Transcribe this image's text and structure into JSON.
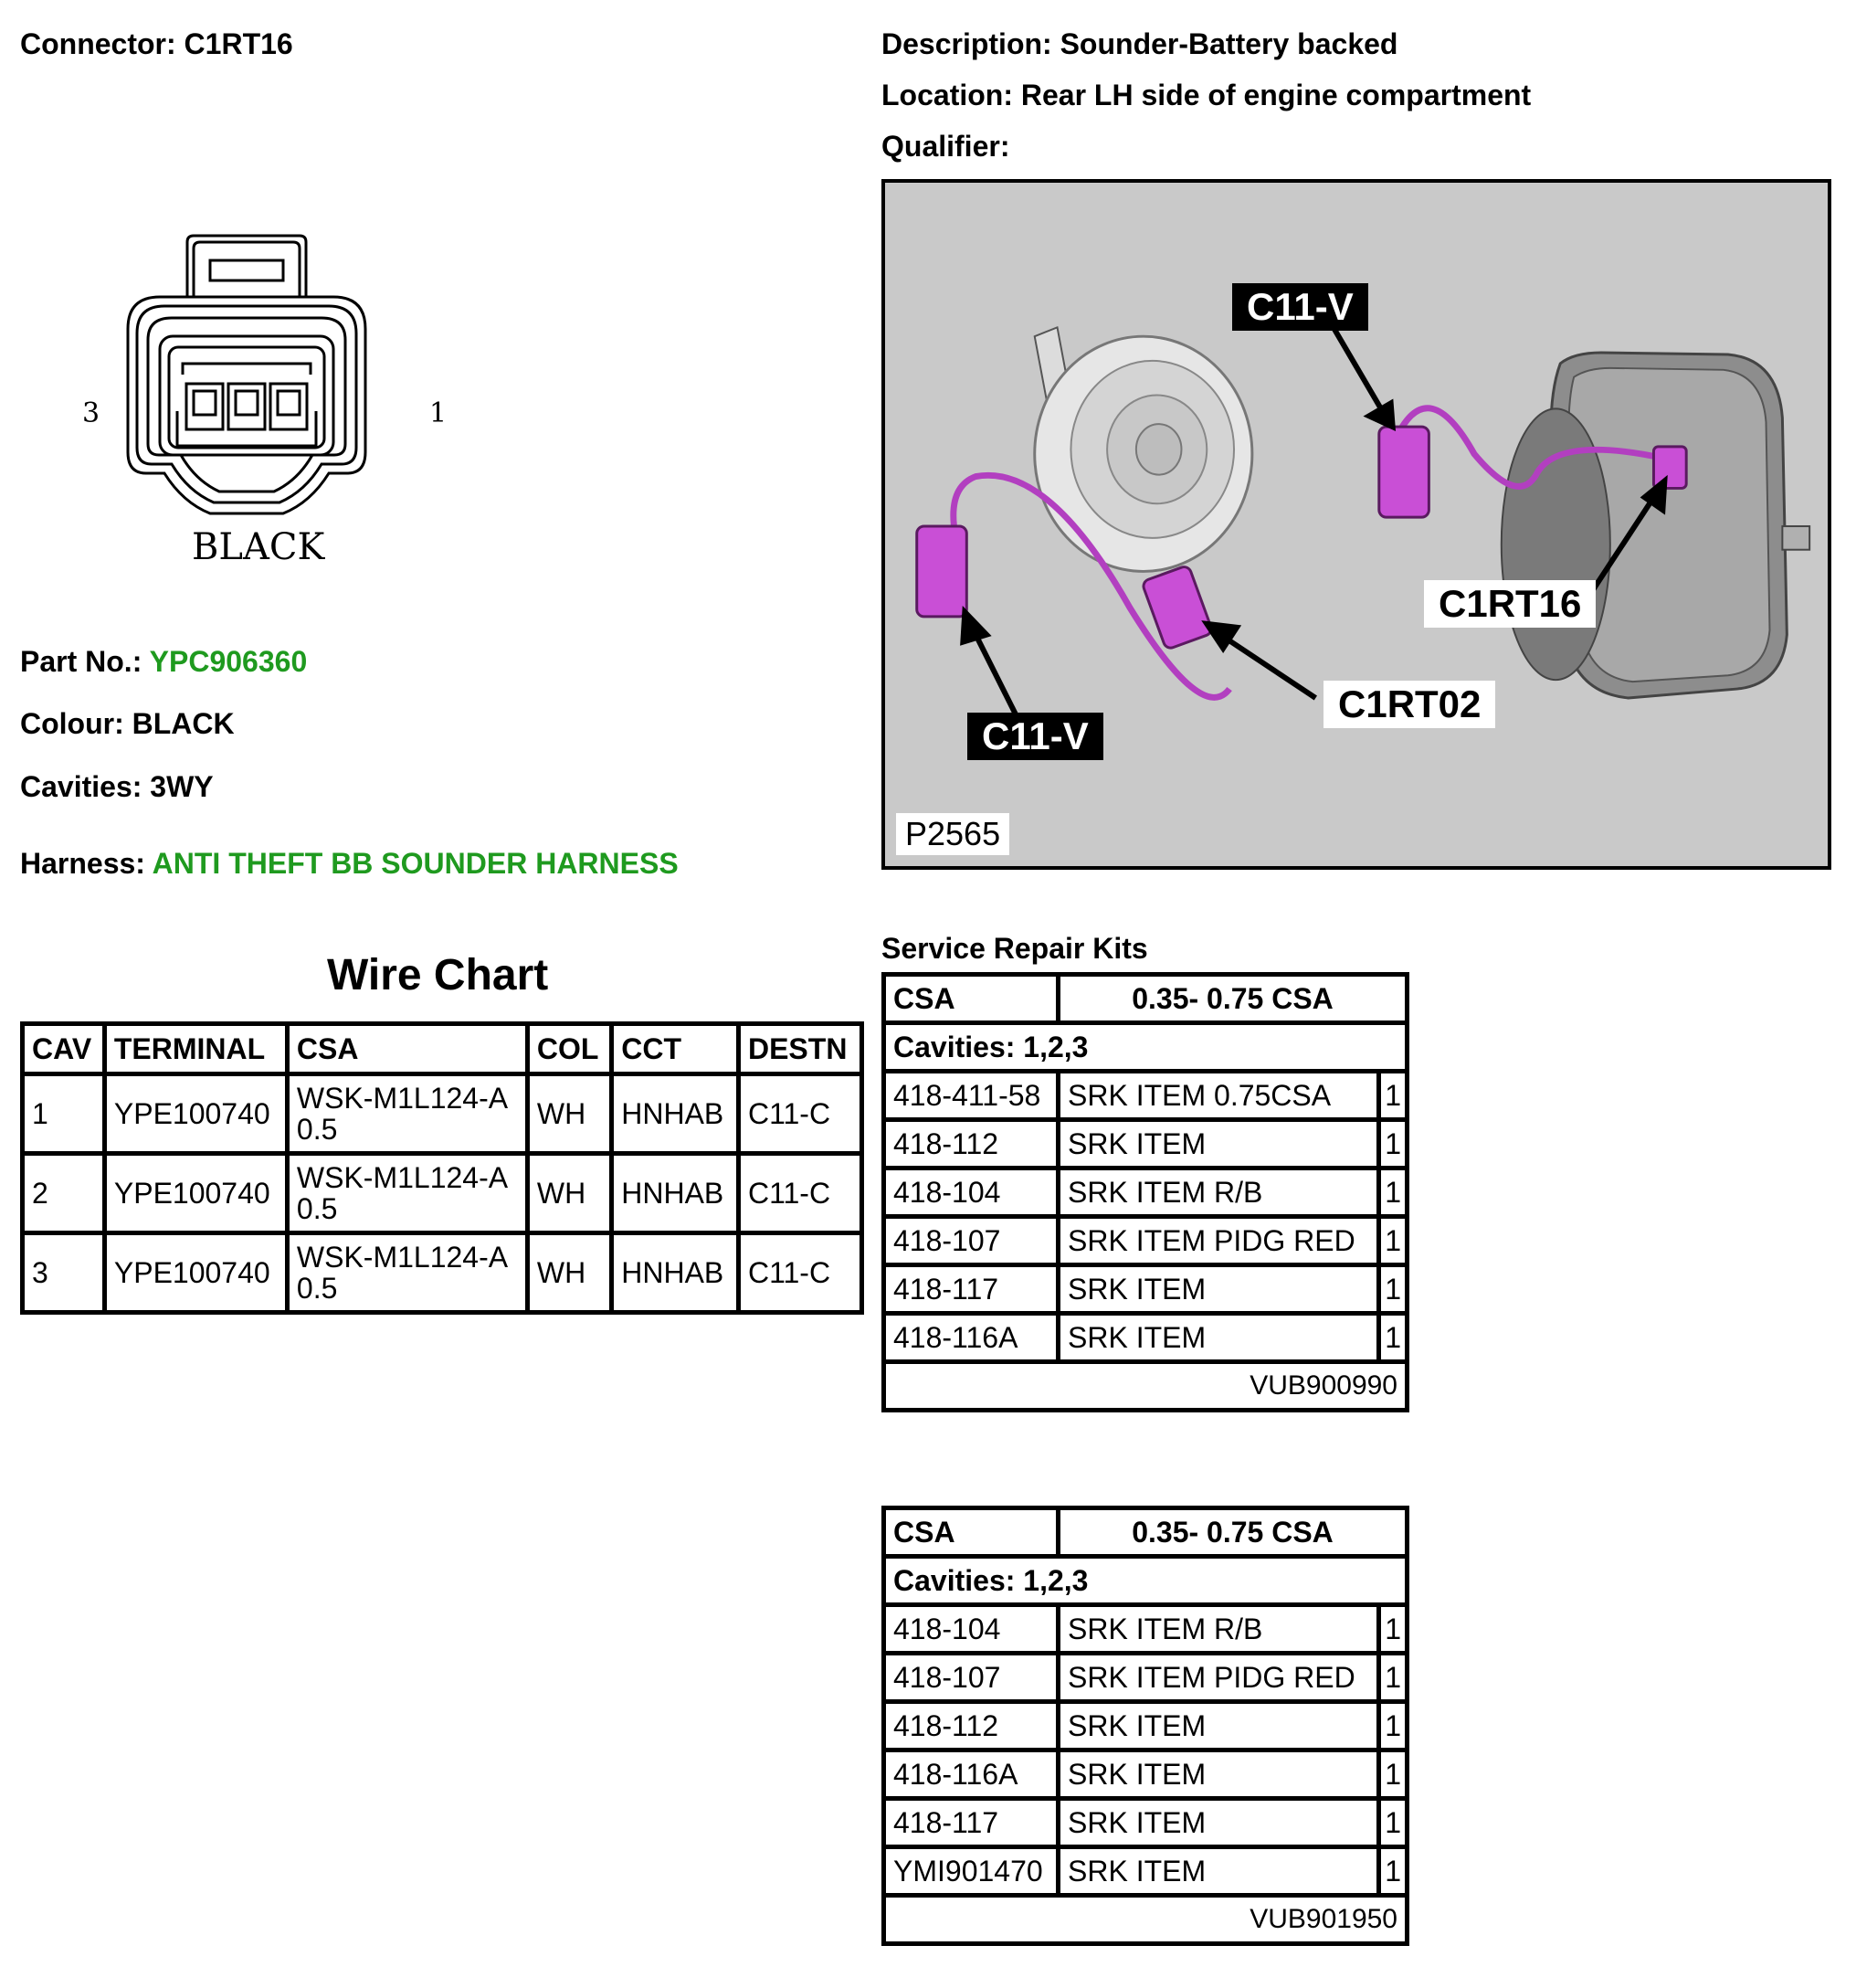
{
  "connector": {
    "label": "Connector:",
    "value": "C1RT16"
  },
  "description": {
    "label": "Description:",
    "value": "Sounder-Battery backed"
  },
  "location": {
    "label": "Location:",
    "value": "Rear LH side of engine compartment"
  },
  "qualifier": {
    "label": "Qualifier:",
    "value": ""
  },
  "drawing": {
    "pin_left": "3",
    "pin_right": "1",
    "colour_text": "BLACK"
  },
  "part_no": {
    "label": "Part No.:",
    "value": "YPC906360"
  },
  "colour": {
    "label": "Colour:",
    "value": "BLACK"
  },
  "cavities": {
    "label": "Cavities:",
    "value": "3WY"
  },
  "harness": {
    "label": "Harness:",
    "value": "ANTI THEFT BB SOUNDER HARNESS"
  },
  "photo": {
    "callouts": [
      "C11-V",
      "C11-V",
      "C1RT02",
      "C1RT16"
    ],
    "ref": "P2565",
    "wire_color": "#b23fc0"
  },
  "wire_chart": {
    "title": "Wire Chart",
    "headers": [
      "CAV",
      "TERMINAL",
      "CSA",
      "COL",
      "CCT",
      "DESTN"
    ],
    "rows": [
      {
        "cav": "1",
        "terminal": "YPE100740",
        "csa1": "WSK-M1L124-A",
        "csa2": "0.5",
        "col": "WH",
        "cct": "HNHAB",
        "destn": "C11-C"
      },
      {
        "cav": "2",
        "terminal": "YPE100740",
        "csa1": "WSK-M1L124-A",
        "csa2": "0.5",
        "col": "WH",
        "cct": "HNHAB",
        "destn": "C11-C"
      },
      {
        "cav": "3",
        "terminal": "YPE100740",
        "csa1": "WSK-M1L124-A",
        "csa2": "0.5",
        "col": "WH",
        "cct": "HNHAB",
        "destn": "C11-C"
      }
    ]
  },
  "kits": {
    "title": "Service Repair Kits",
    "tables": [
      {
        "csa_label": "CSA",
        "csa_value": "0.35- 0.75 CSA",
        "cavities": "Cavities: 1,2,3",
        "items": [
          {
            "code": "418-411-58",
            "desc": "SRK ITEM 0.75CSA",
            "qty": "1"
          },
          {
            "code": "418-112",
            "desc": "SRK ITEM",
            "qty": "1"
          },
          {
            "code": "418-104",
            "desc": "SRK ITEM R/B",
            "qty": "1"
          },
          {
            "code": "418-107",
            "desc": "SRK ITEM PIDG RED",
            "qty": "1"
          },
          {
            "code": "418-117",
            "desc": "SRK ITEM",
            "qty": "1"
          },
          {
            "code": "418-116A",
            "desc": "SRK ITEM",
            "qty": "1"
          }
        ],
        "footer": "VUB900990"
      },
      {
        "csa_label": "CSA",
        "csa_value": "0.35- 0.75 CSA",
        "cavities": "Cavities: 1,2,3",
        "items": [
          {
            "code": "418-104",
            "desc": "SRK ITEM R/B",
            "qty": "1"
          },
          {
            "code": "418-107",
            "desc": "SRK ITEM PIDG RED",
            "qty": "1"
          },
          {
            "code": "418-112",
            "desc": "SRK ITEM",
            "qty": "1"
          },
          {
            "code": "418-116A",
            "desc": "SRK ITEM",
            "qty": "1"
          },
          {
            "code": "418-117",
            "desc": "SRK ITEM",
            "qty": "1"
          },
          {
            "code": "YMI901470",
            "desc": "SRK ITEM",
            "qty": "1"
          }
        ],
        "footer": "VUB901950"
      }
    ]
  }
}
